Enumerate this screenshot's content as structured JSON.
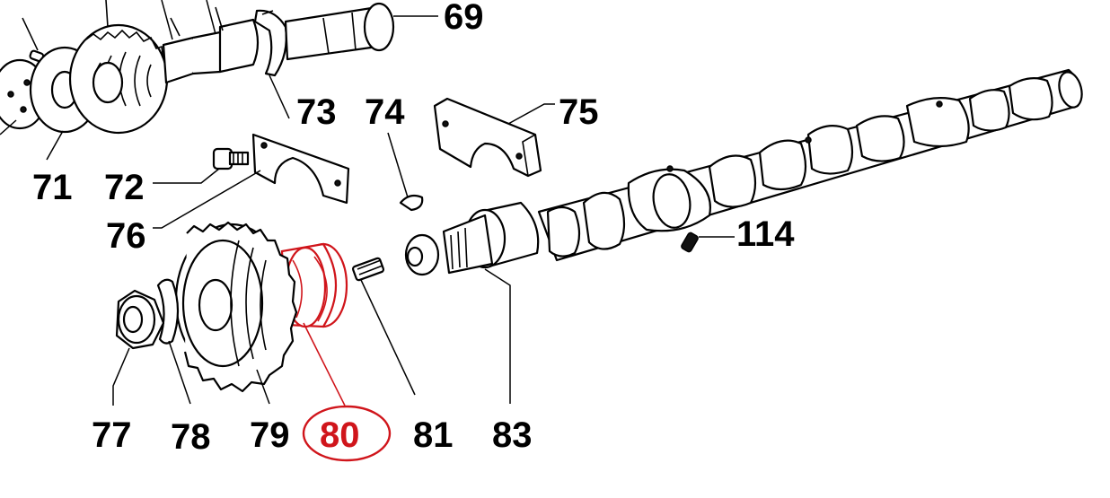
{
  "diagram": {
    "highlight_color": "#d0151b",
    "line_color": "#000000",
    "callouts": {
      "c69": "69",
      "c71": "71",
      "c72": "72",
      "c73": "73",
      "c74": "74",
      "c75": "75",
      "c76": "76",
      "c77": "77",
      "c78": "78",
      "c79": "79",
      "c80": "80",
      "c81": "81",
      "c83": "83",
      "c114": "114"
    },
    "highlighted_part": "80"
  }
}
